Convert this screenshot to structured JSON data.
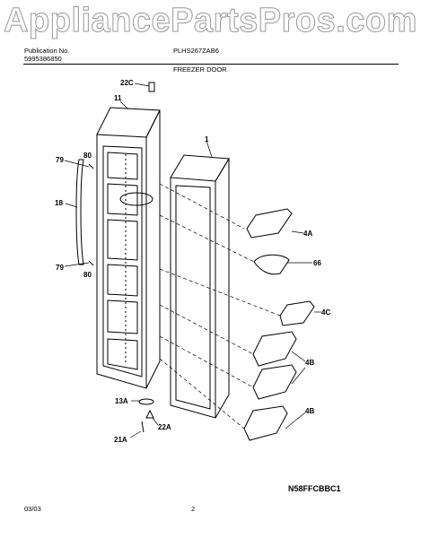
{
  "watermark": "AppliancePartsPros.com",
  "header": {
    "publication_label": "Publication No.",
    "publication_number": "5995386850",
    "model": "PLHS267ZAB6",
    "section": "FREEZER DOOR"
  },
  "callouts": {
    "p22c": "22C",
    "p11": "11",
    "p1": "1",
    "p79a": "79",
    "p80a": "80",
    "p18": "18",
    "p79b": "79",
    "p80b": "80",
    "p4a": "4A",
    "p66": "66",
    "p4c": "4C",
    "p4b1": "4B",
    "p4b2": "4B",
    "p13a": "13A",
    "p22a": "22A",
    "p21a": "21A"
  },
  "footer": {
    "diagram_code": "N58FFCBBC1",
    "date": "03/03",
    "page": "2"
  }
}
